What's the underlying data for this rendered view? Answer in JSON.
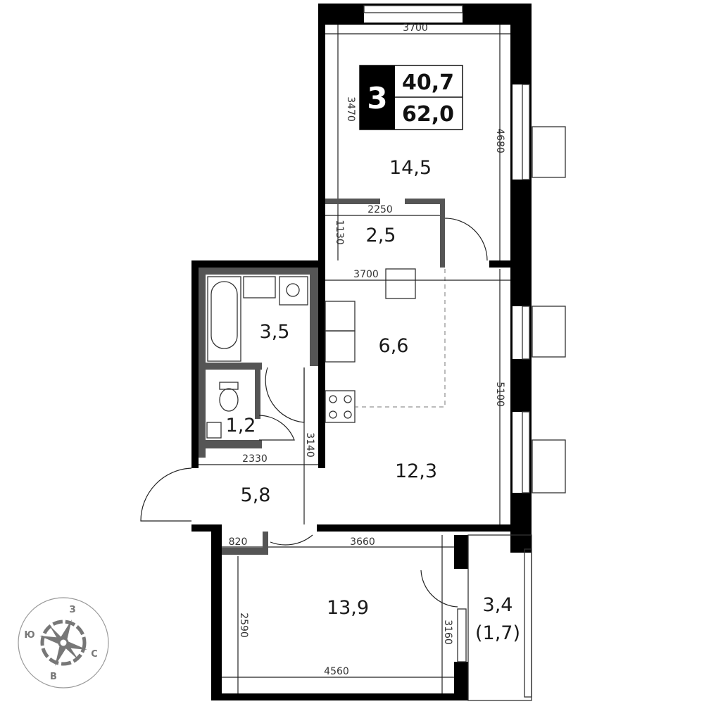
{
  "badge": {
    "rooms": "3",
    "living_area": "40,7",
    "total_area": "62,0"
  },
  "rooms": {
    "bedroom_top": "14,5",
    "wardrobe": "2,5",
    "bathroom": "3,5",
    "toilet": "1,2",
    "kitchen": "6,6",
    "living": "12,3",
    "hall": "5,8",
    "bedroom_bottom": "13,9",
    "balcony": "3,4",
    "balcony_reduced": "(1,7)"
  },
  "dimensions": {
    "top_width": "3700",
    "top_depth": "3470",
    "top_right": "4680",
    "wardrobe_width": "2250",
    "wardrobe_depth": "1130",
    "kitchen_width": "3700",
    "living_depth": "5100",
    "hall_width": "2330",
    "hall_depth": "3140",
    "niche_width": "820",
    "bedroom_width": "3660",
    "bedroom_depth_left": "2590",
    "bedroom_depth_right": "3160",
    "bedroom_bottom_width": "4560"
  },
  "compass": {
    "north": "С",
    "south": "Ю",
    "west": "З",
    "east": "В"
  }
}
